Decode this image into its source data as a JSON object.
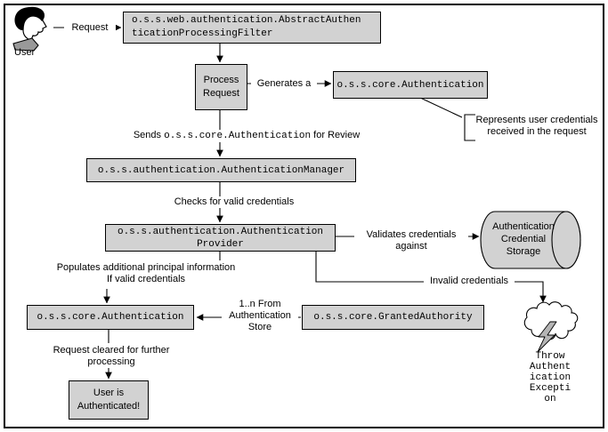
{
  "diagram": {
    "actor_label": "User",
    "nodes": {
      "filter": "o.s.s.web.authentication.AbstractAuthen\nticationProcessingFilter",
      "process_request": "Process\nRequest",
      "authentication": "o.s.s.core.Authentication",
      "manager": "o.s.s.authentication.AuthenticationManager",
      "provider": "o.s.s.authentication.Authentication\nProvider",
      "credential_storage": "Authentication\nCredential\nStorage",
      "granted_authority": "o.s.s.core.GrantedAuthority",
      "authentication_result": "o.s.s.core.Authentication",
      "user_authenticated": "User is\nAuthenticated!",
      "throw_exception": "Throw\nAuthent\nication\nExcepti\non"
    },
    "edge_labels": {
      "request": "Request",
      "generates": "Generates a",
      "sends_prefix": "Sends ",
      "sends_code": "o.s.s.core.Authentication",
      "sends_suffix": " for Review",
      "checks": "Checks for valid credentials",
      "validates": "Validates credentials\nagainst",
      "invalid": "Invalid credentials",
      "populates": "Populates additional principal information\nIf valid credentials",
      "from_store": "1..n From\nAuthentication\nStore",
      "cleared": "Request cleared for further\nprocessing"
    },
    "notes": {
      "credentials_note": "Represents user credentials\nreceived in the request"
    },
    "colors": {
      "node_fill": "#d2d2d2",
      "line": "#000000",
      "background": "#ffffff",
      "lightning_fill": "#b5b5b5"
    }
  }
}
